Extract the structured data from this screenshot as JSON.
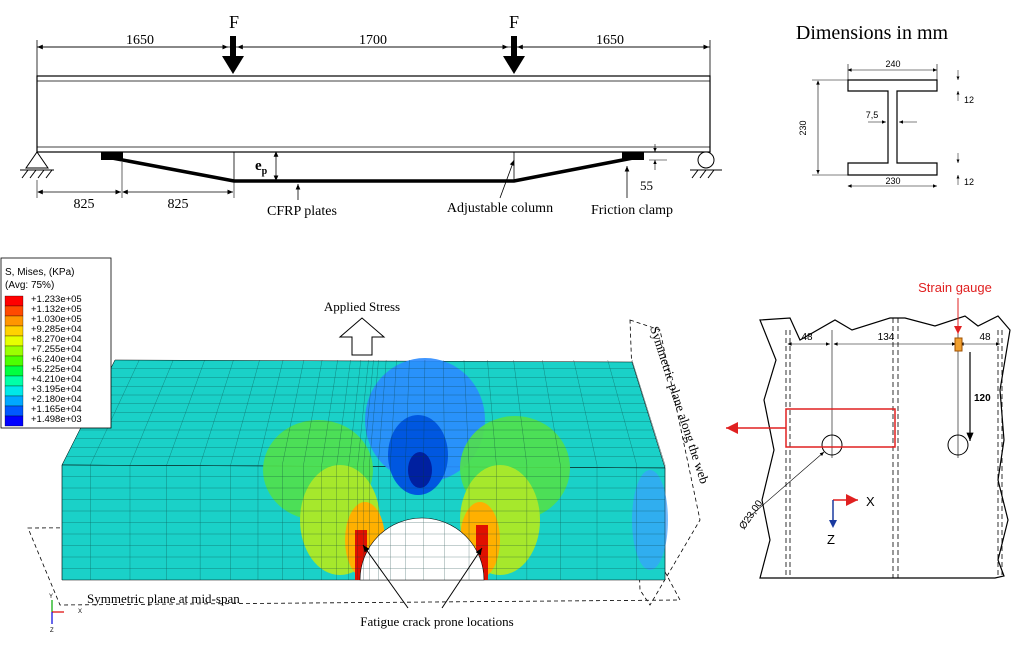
{
  "beam": {
    "load_label": "F",
    "dim_left": "1650",
    "dim_mid": "1700",
    "dim_right": "1650",
    "dim_low_1": "825",
    "dim_low_2": "825",
    "ep_label": "e",
    "ep_sub": "p",
    "clamp_offset": "55",
    "cfrp_label": "CFRP plates",
    "column_label": "Adjustable column",
    "clamp_label": "Friction clamp"
  },
  "section": {
    "title": "Dimensions in mm",
    "top_width": "240",
    "bottom_width": "230",
    "height": "230",
    "web": "7,5",
    "flange_top": "12",
    "flange_bottom": "12"
  },
  "fe_model": {
    "legend_title_1": "S, Mises, (KPa)",
    "legend_title_2": "(Avg: 75%)",
    "legend_values": [
      "+1.233e+05",
      "+1.132e+05",
      "+1.030e+05",
      "+9.285e+04",
      "+8.270e+04",
      "+7.255e+04",
      "+6.240e+04",
      "+5.225e+04",
      "+4.210e+04",
      "+3.195e+04",
      "+2.180e+04",
      "+1.165e+04",
      "+1.498e+03"
    ],
    "legend_colors": [
      "#ff0000",
      "#ff4a00",
      "#ff9600",
      "#ffd200",
      "#e6ff00",
      "#9bff00",
      "#4cff00",
      "#00ff40",
      "#00ffa8",
      "#00e8e8",
      "#00a8ff",
      "#0058ff",
      "#0000ff"
    ],
    "applied_stress": "Applied Stress",
    "sym_web": "Symmetric plane along the web",
    "sym_mid": "Symmetric plane at mid-span",
    "crack_label": "Fatigue crack prone locations",
    "axis_y": "Y",
    "axis_x": "X",
    "axis_z": "Z"
  },
  "detail": {
    "strain_gauge": "Strain gauge",
    "dim_a": "48",
    "dim_b": "134",
    "dim_c": "48",
    "dim_v": "120",
    "hole_dia": "Ø23,00",
    "axis_x": "X",
    "axis_z": "Z",
    "accent": "#e02020"
  }
}
